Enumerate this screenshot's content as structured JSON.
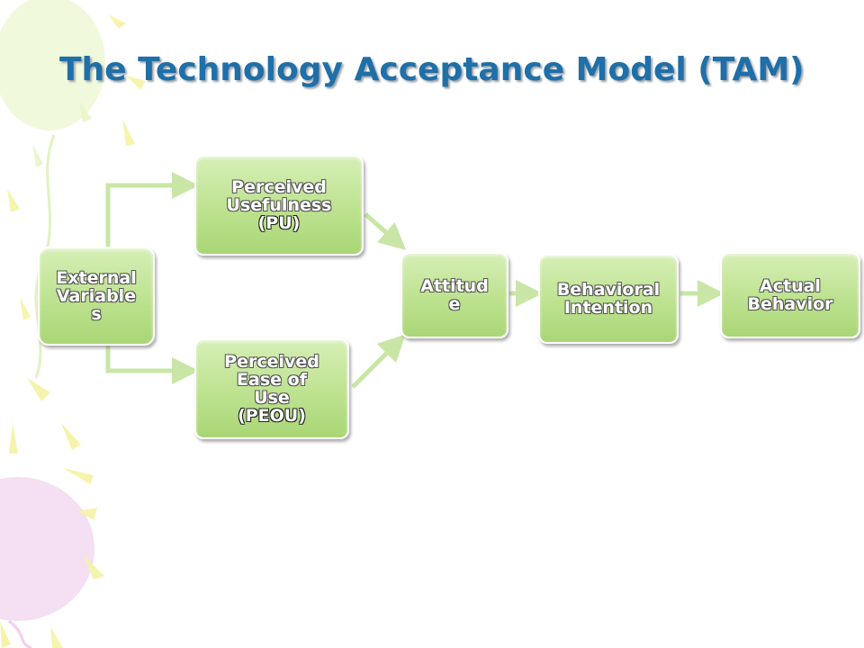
{
  "title": "The Technology Acceptance Model (TAM)",
  "colors": {
    "title": "#1f6fa8",
    "node_fill_top": "#d6efb6",
    "node_fill_bottom": "#a9d676",
    "arrow": "#c9e6a6"
  },
  "nodes": {
    "external": "External Variables",
    "pu_line1": "Perceived",
    "pu_line2": "Usefulness",
    "pu_line3": "(PU)",
    "peou_line1": "Perceived",
    "peou_line2": "Ease of",
    "peou_line3": "Use",
    "peou_line4": "(PEOU)",
    "attitude": "Attitude",
    "intention": "Behavioral Intention",
    "actual_line1": "Actual",
    "actual_line2": "Behavior"
  }
}
